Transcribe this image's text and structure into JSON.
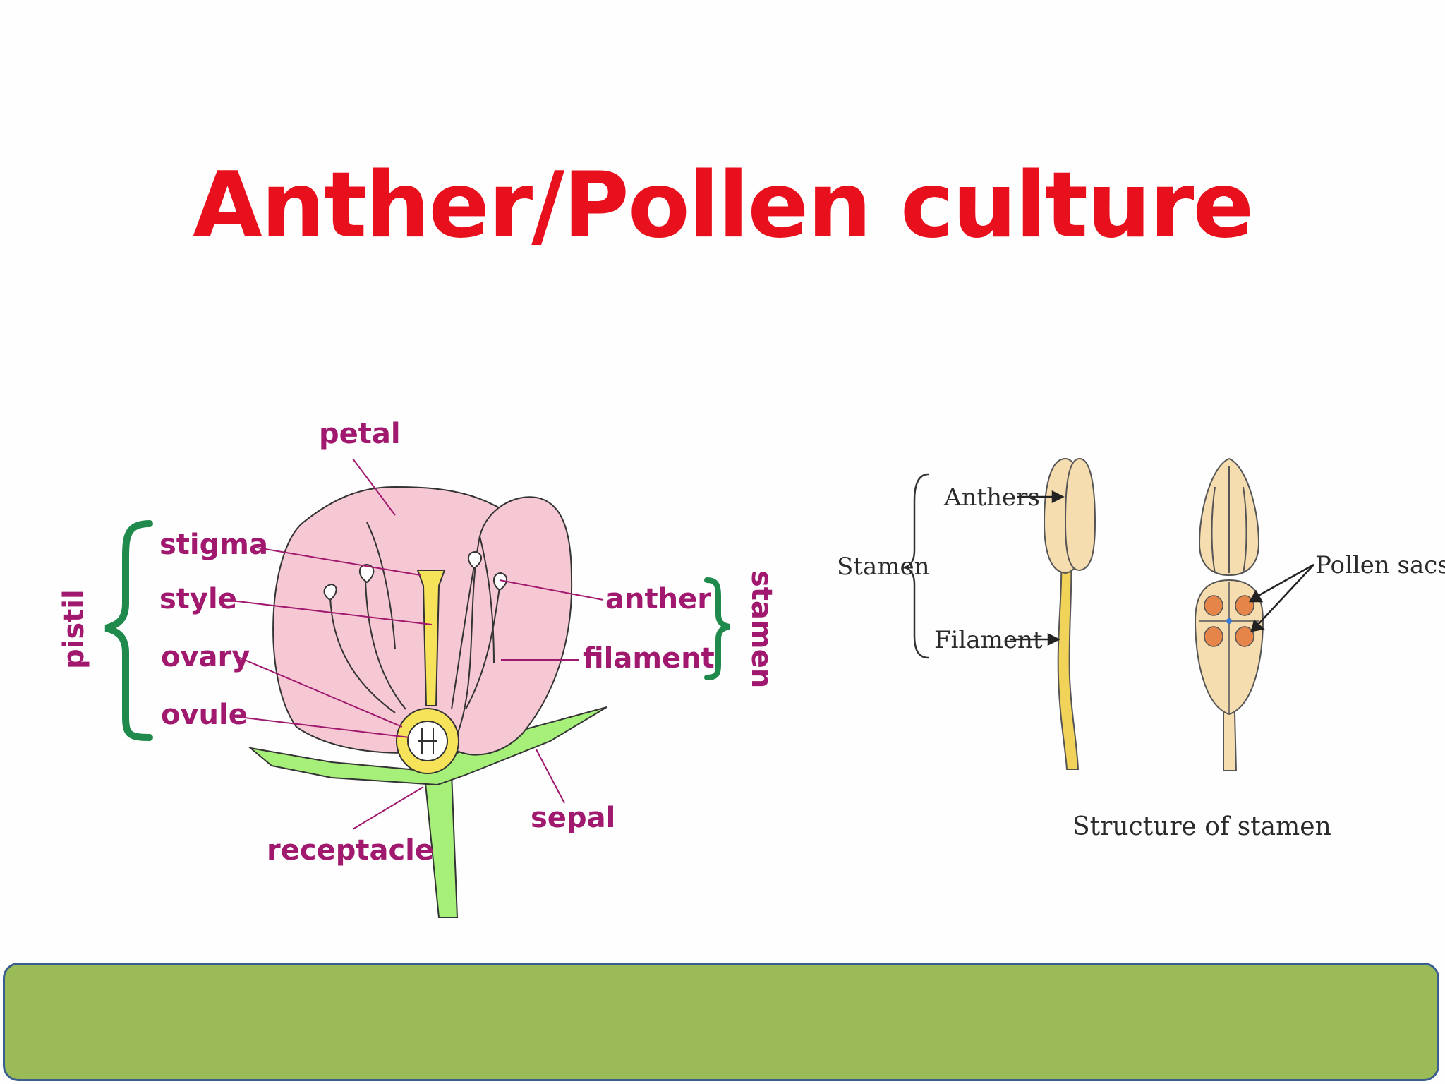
{
  "title": "Anther/Pollen culture",
  "flower_diagram": {
    "labels": {
      "petal": "petal",
      "stigma": "stigma",
      "style": "style",
      "ovary": "ovary",
      "ovule": "ovule",
      "anther": "anther",
      "filament": "filament",
      "sepal": "sepal",
      "receptacle": "receptacle",
      "pistil": "pistil",
      "stamen": "stamen"
    },
    "colors": {
      "petal": "#f6c8d4",
      "pistil": "#f7e35a",
      "sepal": "#a6f07a",
      "bracket": "#1f8a4c",
      "label": "#a0196e"
    }
  },
  "stamen_diagram": {
    "labels": {
      "stamen": "Stamen",
      "anthers": "Anthers",
      "filament": "Filament",
      "pollen_sacs": "Pollen sacs"
    },
    "caption": "Structure of stamen",
    "colors": {
      "anther": "#f6ddb0",
      "filament": "#f2d35a",
      "pollen": "#e5854a"
    }
  },
  "footer_bar": {
    "color": "#9bbb59",
    "border": "#3a5f8f"
  }
}
